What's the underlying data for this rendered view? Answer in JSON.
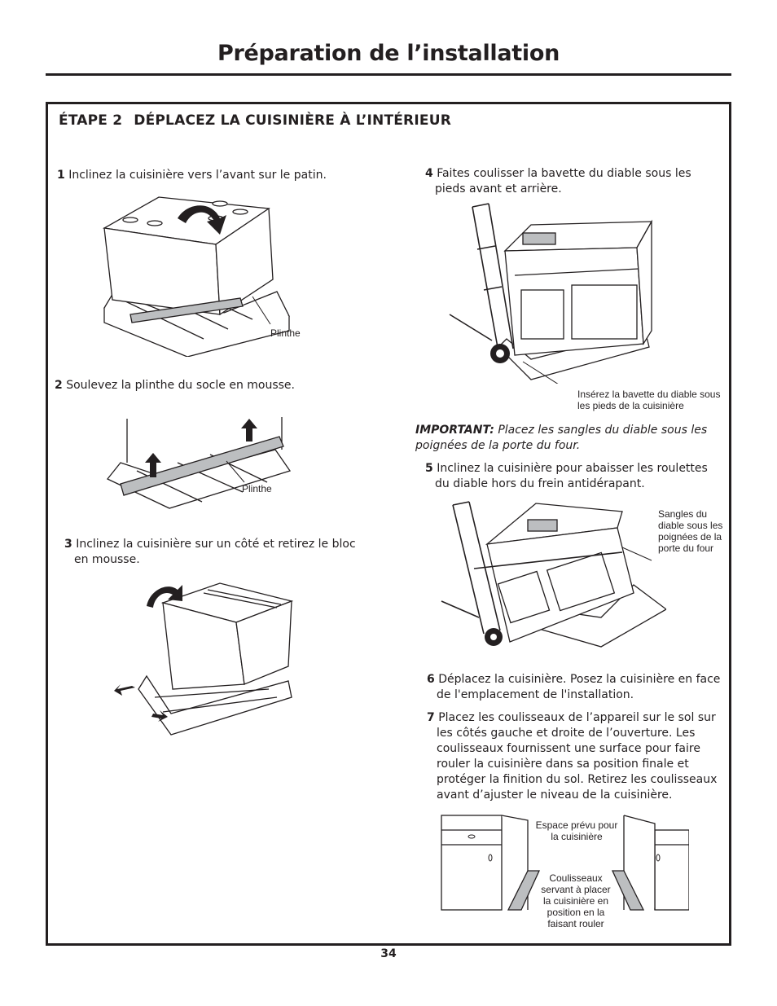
{
  "page": {
    "title": "Préparation de l’installation",
    "page_number": "34"
  },
  "step": {
    "number": "ÉTAPE 2",
    "title": "DÉPLACEZ LA CUISINIÈRE À L’INTÉRIEUR"
  },
  "instructions": [
    {
      "num": "1",
      "text": "Inclinez la cuisinière vers l’avant sur le patin."
    },
    {
      "num": "2",
      "text": "Soulevez la plinthe du socle en mousse."
    },
    {
      "num": "3",
      "text": "Inclinez la cuisinière sur un côté et retirez le bloc en mousse."
    },
    {
      "num": "4",
      "text": "Faites coulisser la bavette du diable sous les pieds avant et arrière."
    },
    {
      "num": "5",
      "text": "Inclinez la cuisinière pour abaisser les roulettes du diable hors du frein antidérapant."
    },
    {
      "num": "6",
      "text": "Déplacez la cuisinière. Posez la cuisinière en face de l'emplacement de l'installation."
    },
    {
      "num": "7",
      "text": "Placez les coulisseaux de l’appareil sur le sol sur les côtés gauche et droite de l’ouverture. Les coulisseaux fournissent une surface pour faire rouler la cuisinière dans sa position finale et protéger la finition du sol. Retirez les coulisseaux avant d’ajuster le niveau de la cuisinière."
    }
  ],
  "important": {
    "label": "IMPORTANT:",
    "text": "Placez les sangles du diable sous les poignées de la porte du four."
  },
  "figure_labels": {
    "plinthe_1": "Plinthe",
    "plinthe_2": "Plinthe",
    "bavette": "Insérez la bavette du diable sous les pieds de la cuisinière",
    "sangles": "Sangles du diable sous les poignées de la porte du four",
    "espace": "Espace prévu pour la cuisinière",
    "coulisseaux": "Coulisseaux servant à placer la cuisinière en position en la faisant rouler"
  }
}
